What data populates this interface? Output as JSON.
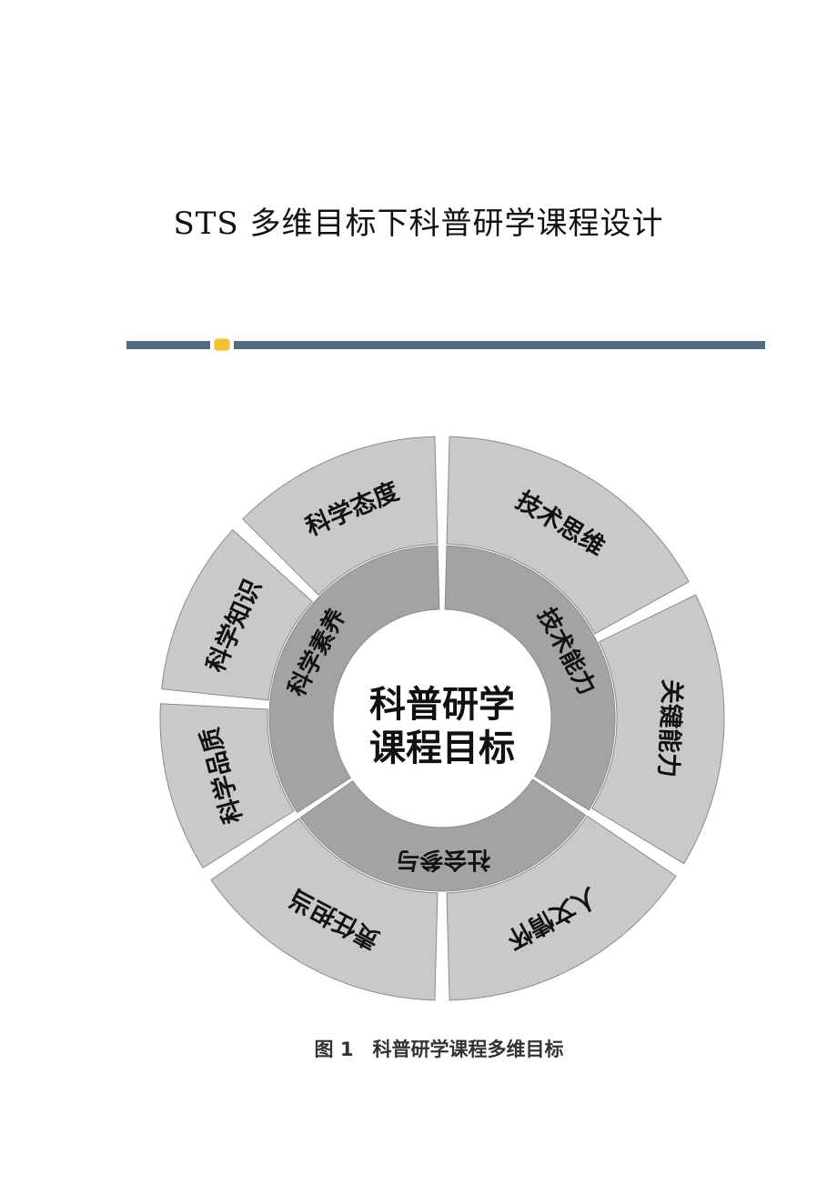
{
  "title": "STS 多维目标下科普研学课程设计",
  "diagram": {
    "center_line1": "科普研学",
    "center_line2": "课程目标",
    "inner": [
      {
        "label": "技术能力",
        "start": 1.5,
        "end": 122
      },
      {
        "label": "社会参与",
        "start": 124,
        "end": 235
      },
      {
        "label": "科学素养",
        "start": 237,
        "end": 358.5
      }
    ],
    "outer": [
      {
        "label": "技术思维",
        "start": 1.5,
        "end": 61
      },
      {
        "label": "关键能力",
        "start": 64,
        "end": 121
      },
      {
        "label": "人文情怀",
        "start": 124,
        "end": 178.5
      },
      {
        "label": "责任担当",
        "start": 181.5,
        "end": 235
      },
      {
        "label": "科学品质",
        "start": 238,
        "end": 273
      },
      {
        "label": "科学知识",
        "start": 276,
        "end": 312
      },
      {
        "label": "科学态度",
        "start": 315,
        "end": 358.5
      }
    ],
    "colors": {
      "outer": "#c9c9c9",
      "inner": "#a3a3a3",
      "edge": "#8a8a8a"
    }
  },
  "caption": "图 1　科普研学课程多维目标"
}
